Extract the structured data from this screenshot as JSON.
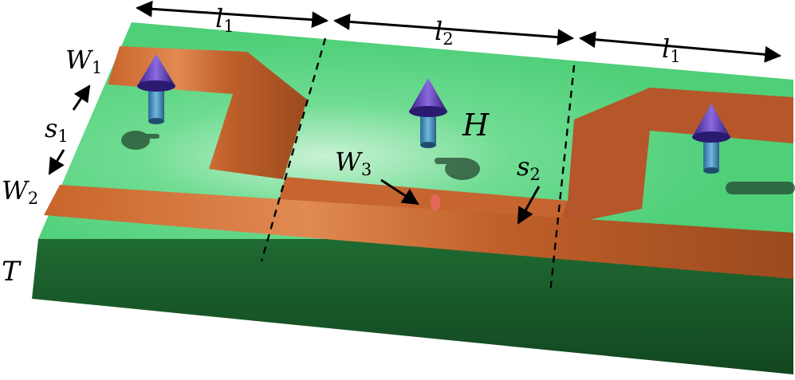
{
  "colors": {
    "substrate_top": "#4fd27a",
    "substrate_front": "#1a5a2a",
    "substrate_side": "#0f3d1c",
    "copper": "#c8632a",
    "copper_dark": "#a94f1f",
    "arrow_shaft": "#3a7fa8",
    "arrow_head": "#4a2aa0",
    "shadow": "#1f3f2a"
  },
  "labels": {
    "l1_left": {
      "base": "l",
      "sub": "1"
    },
    "l2": {
      "base": "l",
      "sub": "2"
    },
    "l1_right": {
      "base": "l",
      "sub": "1"
    },
    "W1": {
      "base": "W",
      "sub": "1"
    },
    "s1": {
      "base": "s",
      "sub": "1"
    },
    "W2": {
      "base": "W",
      "sub": "2"
    },
    "W3": {
      "base": "W",
      "sub": "3"
    },
    "s2": {
      "base": "s",
      "sub": "2"
    },
    "H": "H",
    "T": "T"
  }
}
